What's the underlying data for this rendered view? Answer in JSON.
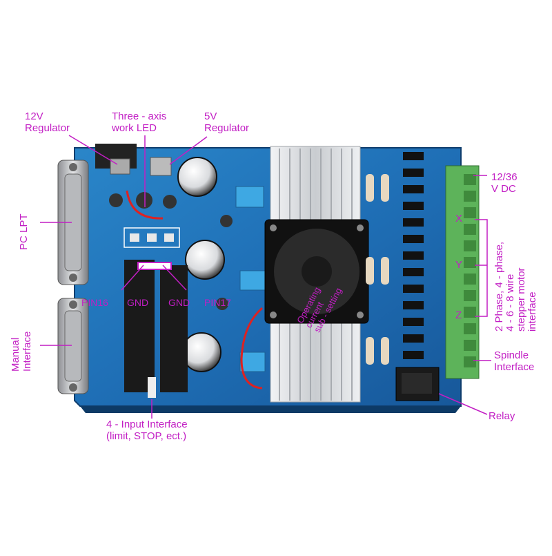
{
  "labels": {
    "reg12": [
      "12V",
      "Regulator"
    ],
    "led": [
      "Three - axis",
      "work LED"
    ],
    "reg5": [
      "5V",
      "Regulator"
    ],
    "pc_lpt": "PC LPT",
    "manual": [
      "Manual",
      "Interface"
    ],
    "pin16": "PIN16",
    "gnd1": "GND",
    "gnd2": "GND",
    "pin17": "PIN17",
    "fan_note": [
      "Operating",
      "current",
      "sub - setting"
    ],
    "vdc": [
      "12/36",
      "V DC"
    ],
    "axis_x": "X",
    "axis_y": "Y",
    "axis_z": "Z",
    "stepper": [
      "2 Phase, 4 - phase,",
      "4 - 6 - 8 wire",
      "stepper motor",
      "interface"
    ],
    "spindle": [
      "Spindle",
      "Interface"
    ],
    "input": [
      "4 - Input Interface",
      "(limit, STOP, ect.)"
    ],
    "relay": "Relay"
  },
  "colors": {
    "annotation": "#c21ec4",
    "pcb": "#1f6fb6",
    "heatsink": "#d7d9dc",
    "terminal": "#5db35a"
  }
}
